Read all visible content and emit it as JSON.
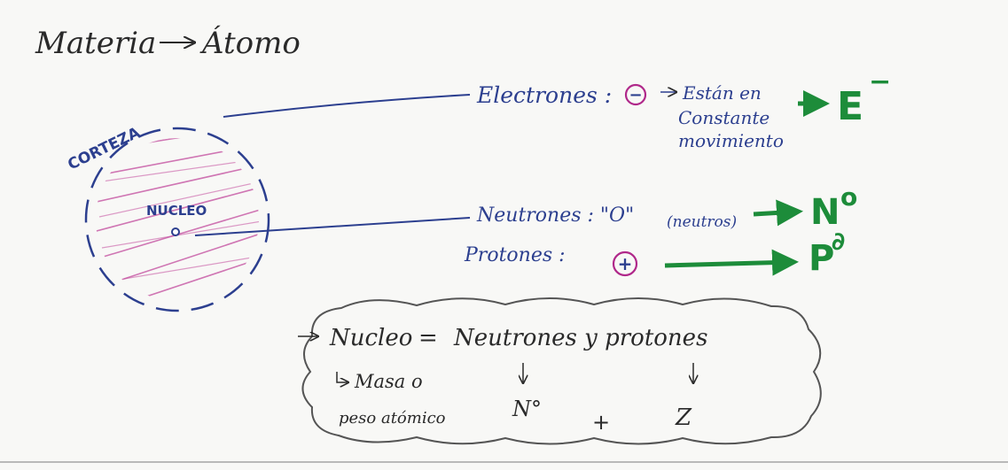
{
  "title": {
    "left": "Materia",
    "right": "Átomo"
  },
  "atom": {
    "crust_label": "CORTEZA",
    "nucleus_label": "NUCLEO"
  },
  "electrons": {
    "label": "Electrones :",
    "charge": "−",
    "note_line1": "Están en",
    "note_line2": "Constante",
    "note_line3": "movimiento",
    "symbol": "E",
    "symbol_sup": "−"
  },
  "neutrons": {
    "label": "Neutrones : \"O\"",
    "note": "(neutros)",
    "symbol": "N",
    "symbol_sup": "o"
  },
  "protons": {
    "label": "Protones :",
    "charge": "+",
    "symbol": "P",
    "symbol_sup": "∂"
  },
  "cloud": {
    "line1_left": "Nucleo",
    "line1_eq": "=",
    "line1_right": "Neutrones  y  protones",
    "line2": "Masa o",
    "line3": "peso atómico",
    "term_n": "N°",
    "plus": "+",
    "term_z": "Z"
  },
  "colors": {
    "ink": "#2a2a2a",
    "blue": "#2c3f8f",
    "green": "#1d8c3a",
    "magenta": "#b0288a",
    "paper": "#f8f8f6"
  }
}
